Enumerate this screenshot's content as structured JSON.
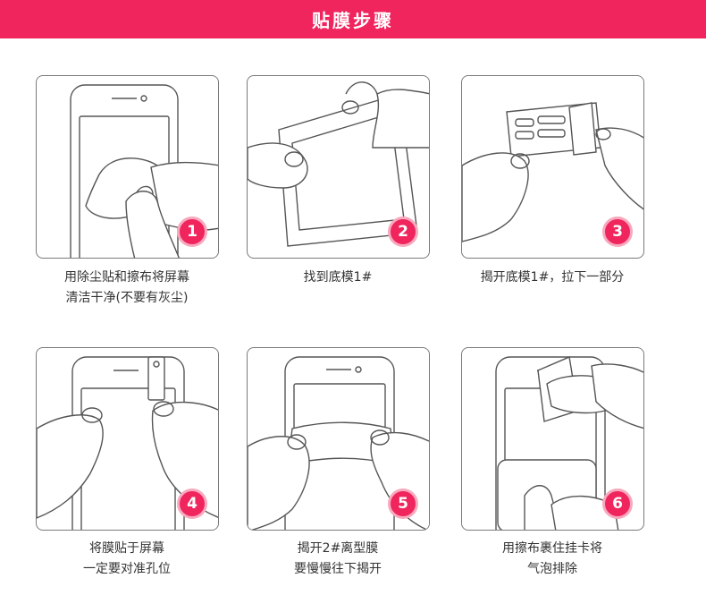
{
  "header": {
    "title": "贴膜步骤"
  },
  "accent_color": "#f0255e",
  "steps": [
    {
      "number": "1",
      "lines": [
        "用除尘贴和擦布将屏幕",
        "清洁干净(不要有灰尘)"
      ]
    },
    {
      "number": "2",
      "lines": [
        "找到底模1#"
      ]
    },
    {
      "number": "3",
      "lines": [
        "揭开底模1#，拉下一部分"
      ]
    },
    {
      "number": "4",
      "lines": [
        "将膜贴于屏幕",
        "一定要对准孔位"
      ]
    },
    {
      "number": "5",
      "lines": [
        "揭开2#离型膜",
        "要慢慢往下揭开"
      ]
    },
    {
      "number": "6",
      "lines": [
        "用擦布裹住挂卡将",
        "气泡排除"
      ]
    }
  ]
}
